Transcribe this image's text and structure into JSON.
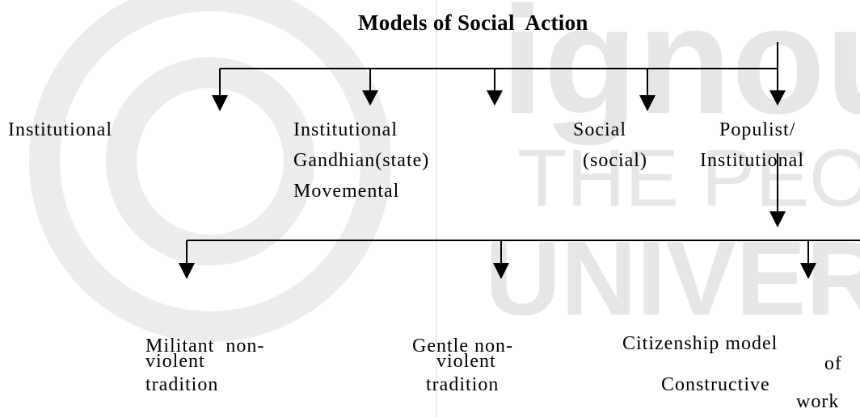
{
  "watermark": {
    "text_lines": [
      "ignou",
      "THE PEOPLE'S",
      "UNIVERSITY"
    ],
    "color": "#e6e6e6"
  },
  "diagram": {
    "title": "Models of Social  Action",
    "level1": [
      {
        "lines": [
          "Institutional"
        ]
      },
      {
        "lines": [
          "Institutional",
          "Gandhian(state)",
          "Movemental"
        ]
      },
      {
        "lines": [
          "Social",
          "(social)"
        ]
      },
      {
        "lines": [
          "Populist/",
          "Institutional"
        ]
      }
    ],
    "level2": [
      {
        "lines": [
          "Militant  non-",
          "violent",
          "tradition"
        ]
      },
      {
        "lines": [
          "Gentle non-",
          "violent",
          "tradition"
        ]
      },
      {
        "lines": [
          "Citizenship model",
          "of",
          "Constructive",
          "work"
        ]
      }
    ]
  }
}
